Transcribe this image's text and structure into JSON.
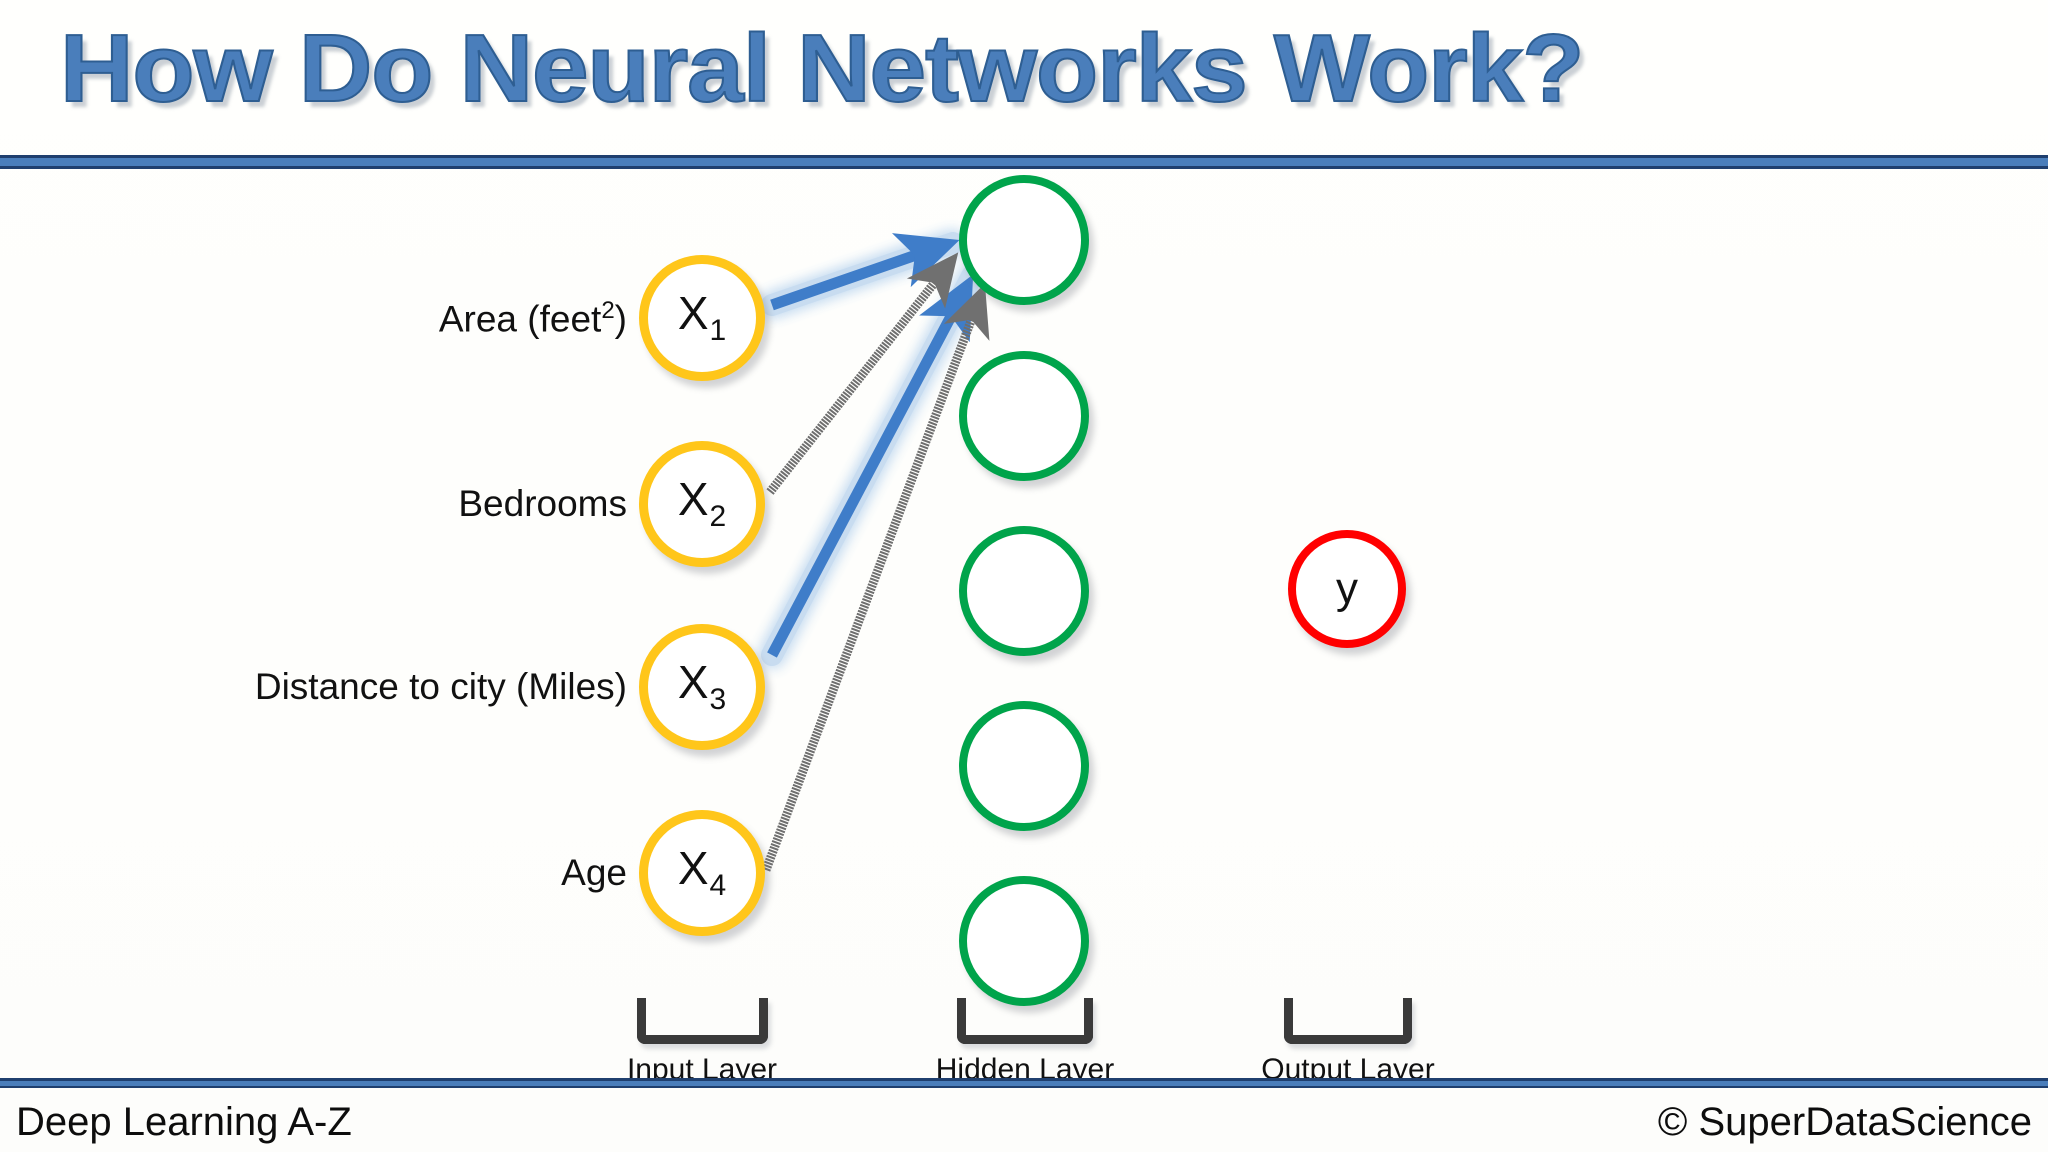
{
  "slide": {
    "title": "How Do Neural Networks Work?",
    "accent_color": "#4a7ebb",
    "rule_border_color": "#1f3f6e",
    "background": "#fffffd"
  },
  "network": {
    "input_layer": {
      "caption": "Input Layer",
      "node_color": "#FFC61A",
      "nodes": [
        {
          "symbol": "X",
          "subscript": "1",
          "feature": "Area (feet",
          "feature_sup": "2",
          "feature_tail": ")"
        },
        {
          "symbol": "X",
          "subscript": "2",
          "feature": "Bedrooms",
          "feature_sup": "",
          "feature_tail": ""
        },
        {
          "symbol": "X",
          "subscript": "3",
          "feature": "Distance to city (Miles)",
          "feature_sup": "",
          "feature_tail": ""
        },
        {
          "symbol": "X",
          "subscript": "4",
          "feature": "Age",
          "feature_sup": "",
          "feature_tail": ""
        }
      ]
    },
    "hidden_layer": {
      "caption": "Hidden Layer",
      "node_color": "#00A44B",
      "node_count": 5,
      "nodes": [
        {
          "symbol": ""
        },
        {
          "symbol": ""
        },
        {
          "symbol": ""
        },
        {
          "symbol": ""
        },
        {
          "symbol": ""
        }
      ]
    },
    "output_layer": {
      "caption": "Output Layer",
      "node_color": "#FF0000",
      "nodes": [
        {
          "symbol": "y"
        }
      ]
    },
    "edges": {
      "solid_color": "#3f7dc9",
      "dotted_color": "#6e6e6e",
      "connections": [
        {
          "from": "X1",
          "to": "H1",
          "style": "solid-blue-thick"
        },
        {
          "from": "X2",
          "to": "H1",
          "style": "dotted-gray"
        },
        {
          "from": "X3",
          "to": "H1",
          "style": "solid-blue-thick"
        },
        {
          "from": "X4",
          "to": "H1",
          "style": "dotted-gray"
        }
      ]
    }
  },
  "footer": {
    "left": "Deep Learning A-Z",
    "right": "© SuperDataScience"
  }
}
